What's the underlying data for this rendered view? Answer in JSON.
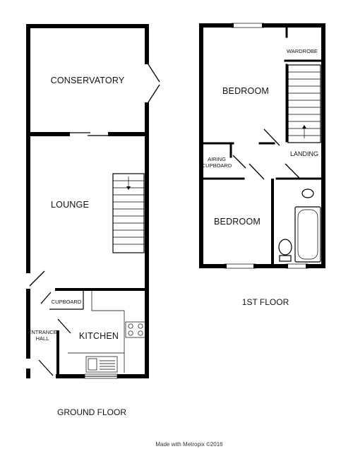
{
  "ground_floor": {
    "title": "GROUND FLOOR",
    "rooms": {
      "conservatory": "CONSERVATORY",
      "lounge": "LOUNGE",
      "kitchen": "KITCHEN",
      "cupboard": "CUPBOARD",
      "entrance_hall_line1": "ENTRANCE",
      "entrance_hall_line2": "HALL"
    }
  },
  "first_floor": {
    "title": "1ST FLOOR",
    "rooms": {
      "bedroom_1": "BEDROOM",
      "bedroom_2": "BEDROOM",
      "wardrobe": "WARDROBE",
      "landing": "LANDING",
      "airing_cupboard_line1": "AIRING",
      "airing_cupboard_line2": "CUPBOARD"
    }
  },
  "credit": "Made with Metropix ©2016"
}
